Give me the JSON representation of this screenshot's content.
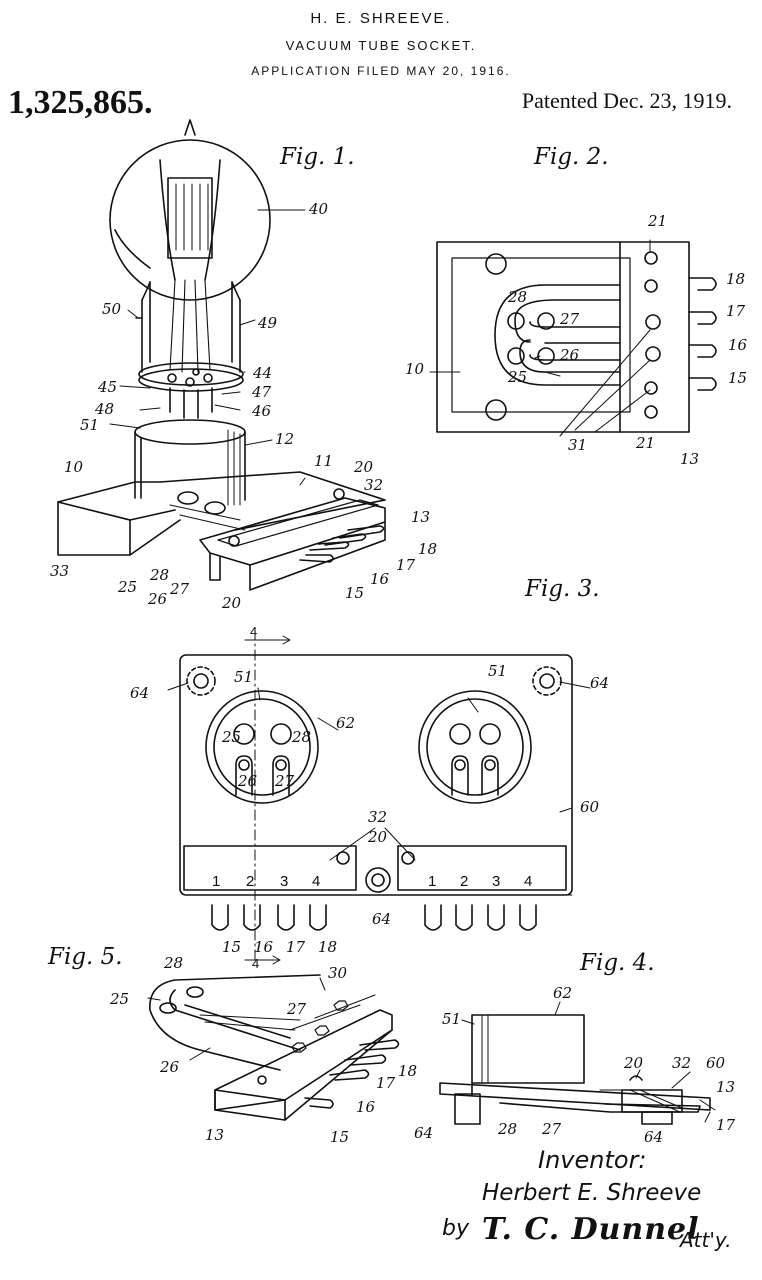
{
  "header": {
    "inventor_name": "H. E. SHREEVE.",
    "title": "VACUUM TUBE SOCKET.",
    "application": "APPLICATION FILED MAY 20, 1916.",
    "patent_number": "1,325,865.",
    "patented_date": "Patented Dec. 23, 1919."
  },
  "figures": {
    "fig1": "Fig. 1.",
    "fig2": "Fig. 2.",
    "fig3": "Fig. 3.",
    "fig4": "Fig. 4.",
    "fig5": "Fig. 5."
  },
  "fig3_terminal_digits": {
    "left": [
      "1",
      "2",
      "3",
      "4"
    ],
    "right": [
      "1",
      "2",
      "3",
      "4"
    ]
  },
  "section_marker": "4",
  "references": {
    "fig1": [
      "40",
      "50",
      "49",
      "44",
      "45",
      "47",
      "48",
      "46",
      "51",
      "12",
      "11",
      "10",
      "20",
      "32",
      "13",
      "18",
      "17",
      "16",
      "15",
      "20",
      "25",
      "26",
      "27",
      "28",
      "33"
    ],
    "fig2": [
      "21",
      "18",
      "17",
      "16",
      "15",
      "28",
      "27",
      "26",
      "25",
      "10",
      "31",
      "21",
      "13"
    ],
    "fig3": [
      "64",
      "51",
      "62",
      "51",
      "64",
      "25",
      "28",
      "26",
      "27",
      "60",
      "32",
      "20",
      "20",
      "64",
      "15",
      "16",
      "17",
      "18"
    ],
    "fig5": [
      "28",
      "25",
      "30",
      "27",
      "26",
      "18",
      "17",
      "16",
      "13",
      "15"
    ],
    "fig4": [
      "62",
      "51",
      "20",
      "32",
      "60",
      "13",
      "64",
      "28",
      "27",
      "64",
      "17"
    ]
  },
  "signature": {
    "inventor_label": "Inventor:",
    "inventor": "Herbert E. Shreeve",
    "by": "by",
    "attorney_signature": "T. C. Dunnel",
    "attorney_suffix": "Att'y."
  }
}
